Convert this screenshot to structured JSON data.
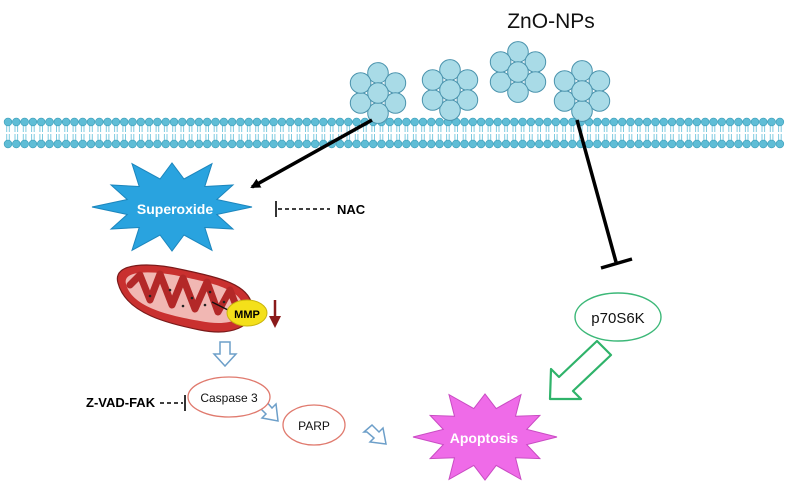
{
  "labels": {
    "nanoparticle": "ZnO-NPs",
    "superoxide": "Superoxide",
    "nac": "NAC",
    "mmp": "MMP",
    "caspase": "Caspase 3",
    "inhibitor": "Z-VAD-FAK",
    "parp": "PARP",
    "kinase": "p70S6K",
    "apoptosis": "Apoptosis"
  },
  "colors": {
    "particle_fill": "#a9dbe7",
    "particle_stroke": "#4a93ad",
    "membrane": "#5fbdd6",
    "superoxide": "#29a3df",
    "apoptosis": "#ef6be8",
    "mito_outer": "#c9302f",
    "mmp_badge": "#f4e01a",
    "down_arrow": "#8a1a1a",
    "open_arrow": "#6d9fc9",
    "kinase_oval": "#3cb878",
    "kinase_arrow": "#2fb36a",
    "pathway_oval": "#e07a6e"
  }
}
